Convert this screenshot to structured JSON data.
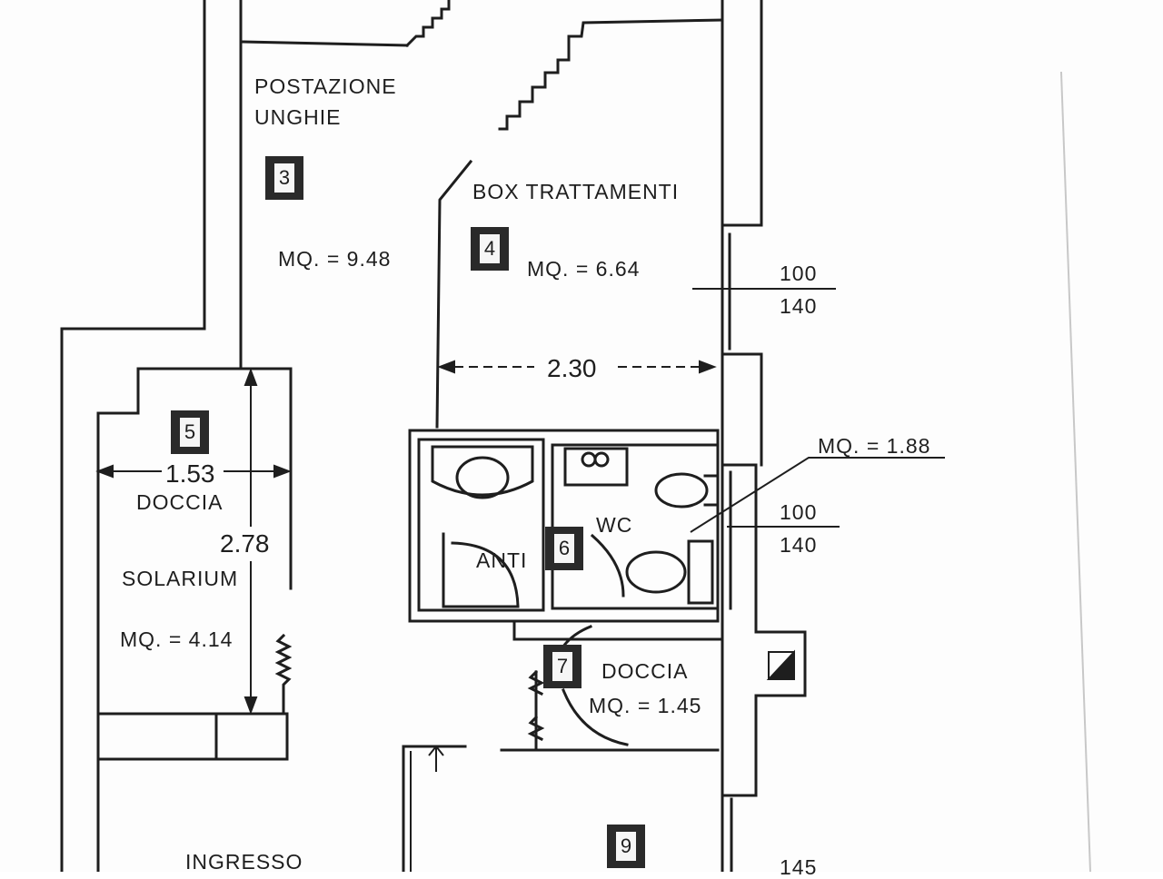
{
  "plan": {
    "rooms": [
      {
        "number": "3",
        "name_line1": "POSTAZIONE",
        "name_line2": "UNGHIE",
        "area": "MQ. = 9.48"
      },
      {
        "number": "4",
        "name": "BOX TRATTAMENTI",
        "area": "MQ. = 6.64"
      },
      {
        "number": "5",
        "name_line1": "DOCCIA",
        "name_line2": "SOLARIUM",
        "area": "MQ. = 4.14"
      },
      {
        "number": "6",
        "name_anti": "ANTI",
        "name_wc": "WC",
        "area": "MQ. = 1.88"
      },
      {
        "number": "7",
        "name": "DOCCIA",
        "area": "MQ. = 1.45"
      },
      {
        "number": "9"
      }
    ],
    "entrance_label": "INGRESSO",
    "dimensions": {
      "box_width": "2.30",
      "solarium_width": "1.53",
      "solarium_height": "2.78"
    },
    "windows": [
      {
        "top": "100",
        "bottom": "140"
      },
      {
        "top": "100",
        "bottom": "140"
      },
      {
        "top": "145"
      }
    ],
    "colors": {
      "line": "#1e1e1e",
      "paper": "#fdfdfd",
      "badge": "#2a2a2a"
    }
  }
}
